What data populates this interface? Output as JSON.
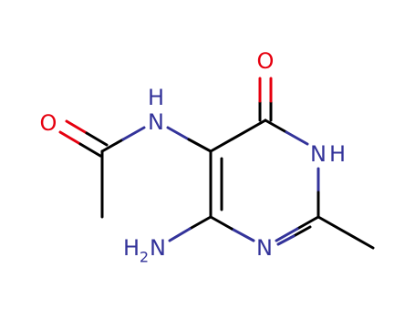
{
  "colors": {
    "carbon": "#000000",
    "nitrogen": "#33339a",
    "oxygen": "#e6000f"
  },
  "atoms": [
    {
      "id": "o_acetyl",
      "symbol": "O",
      "element": "oxygen"
    },
    {
      "id": "n_amide_h",
      "symbol": "H",
      "element": "nitrogen"
    },
    {
      "id": "n_amide",
      "symbol": "N",
      "element": "nitrogen"
    },
    {
      "id": "o_ring",
      "symbol": "O",
      "element": "oxygen"
    },
    {
      "id": "n_ring_h",
      "symbol": "N",
      "element": "nitrogen"
    },
    {
      "id": "n_ring_h_h",
      "symbol": "H",
      "element": "nitrogen"
    },
    {
      "id": "n_ring",
      "symbol": "N",
      "element": "nitrogen"
    },
    {
      "id": "amine_h",
      "symbol": "H",
      "element": "nitrogen"
    },
    {
      "id": "amine_sub",
      "symbol": "2",
      "element": "nitrogen"
    },
    {
      "id": "amine_n",
      "symbol": "N",
      "element": "nitrogen"
    }
  ]
}
